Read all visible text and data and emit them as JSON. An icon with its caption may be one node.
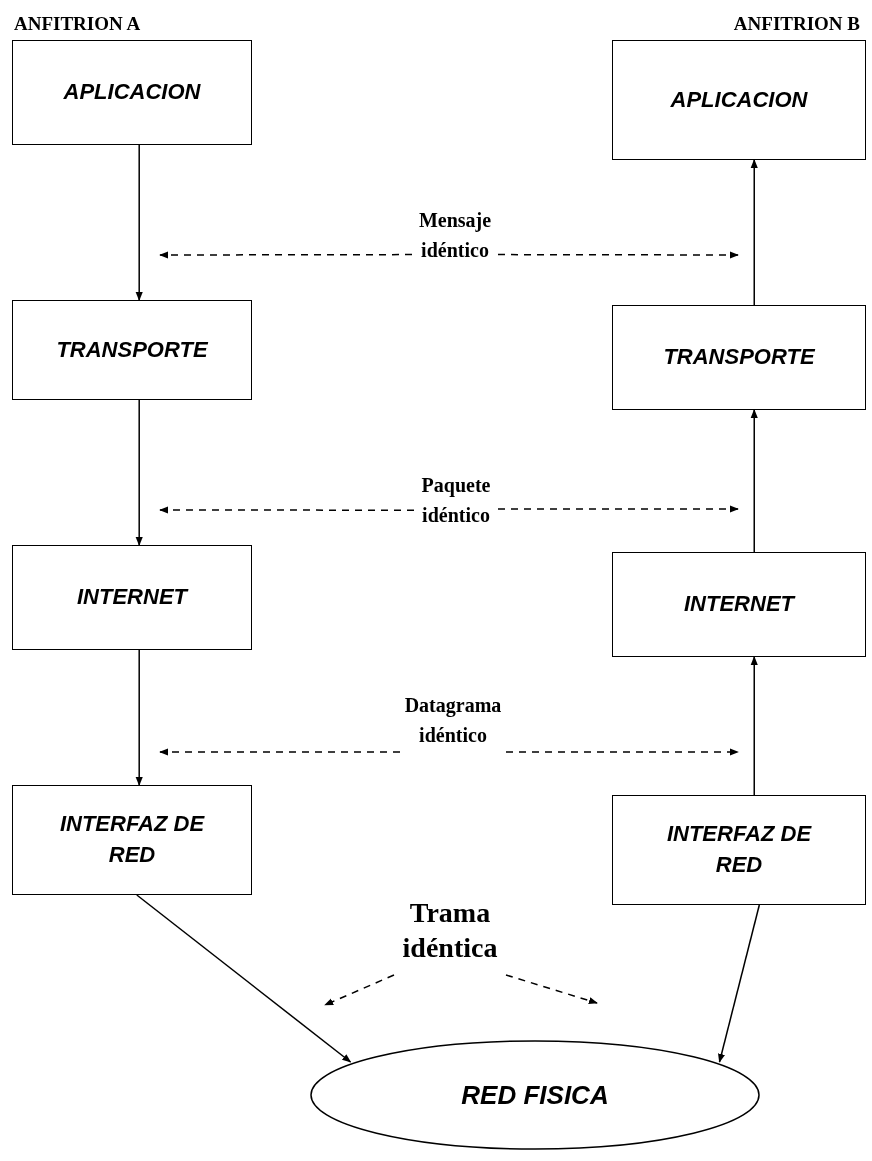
{
  "diagram": {
    "nodes": [
      {
        "text": [
          "APLICACION"
        ]
      },
      {
        "text": [
          "APLICACION"
        ]
      },
      {
        "text": [
          "TRANSPORTE"
        ]
      },
      {
        "text": [
          "TRANSPORTE"
        ]
      },
      {
        "text": [
          "INTERNET"
        ]
      },
      {
        "text": [
          "INTERNET"
        ]
      },
      {
        "text": [
          "INTERFAZ DE RED"
        ]
      },
      {
        "text": [
          "INTERFAZ DE RED"
        ]
      },
      {
        "text": [
          "RED FISICA"
        ]
      },
      {
        "text": [
          "Mensaje idéntico"
        ]
      },
      {
        "text": [
          "Paquete idéntico"
        ]
      },
      {
        "text": [
          "Datagrama idéntico"
        ]
      },
      {
        "text": [
          "Trama idéntica"
        ]
      }
    ],
    "edges": [
      {
        "from": 0,
        "to": 2,
        "arrow": "to"
      },
      {
        "from": 2,
        "to": 4,
        "arrow": "to"
      },
      {
        "from": 4,
        "to": 6,
        "arrow": "to"
      },
      {
        "from": 3,
        "to": 1,
        "arrow": "to"
      },
      {
        "from": 5,
        "to": 3,
        "arrow": "to"
      },
      {
        "from": 7,
        "to": 5,
        "arrow": "to"
      },
      {
        "from": 9,
        "to": null,
        "arrow": "to",
        "style": "dashed"
      },
      {
        "from": 9,
        "to": null,
        "arrow": "to",
        "style": "dashed"
      },
      {
        "from": 10,
        "to": null,
        "arrow": "to",
        "style": "dashed"
      },
      {
        "from": 10,
        "to": null,
        "arrow": "to",
        "style": "dashed"
      },
      {
        "from": 11,
        "to": null,
        "arrow": "to",
        "style": "dashed"
      },
      {
        "from": 11,
        "to": null,
        "arrow": "to",
        "style": "dashed"
      },
      {
        "from": 12,
        "to": null,
        "arrow": "to",
        "style": "dashed"
      },
      {
        "from": 12,
        "to": null,
        "arrow": "to",
        "style": "dashed"
      },
      {
        "from": 6,
        "to": 8,
        "arrow": "to"
      },
      {
        "from": 7,
        "to": 8,
        "arrow": "to"
      }
    ],
    "labels": [
      "ANFITRION A",
      "ANFITRION B"
    ]
  }
}
